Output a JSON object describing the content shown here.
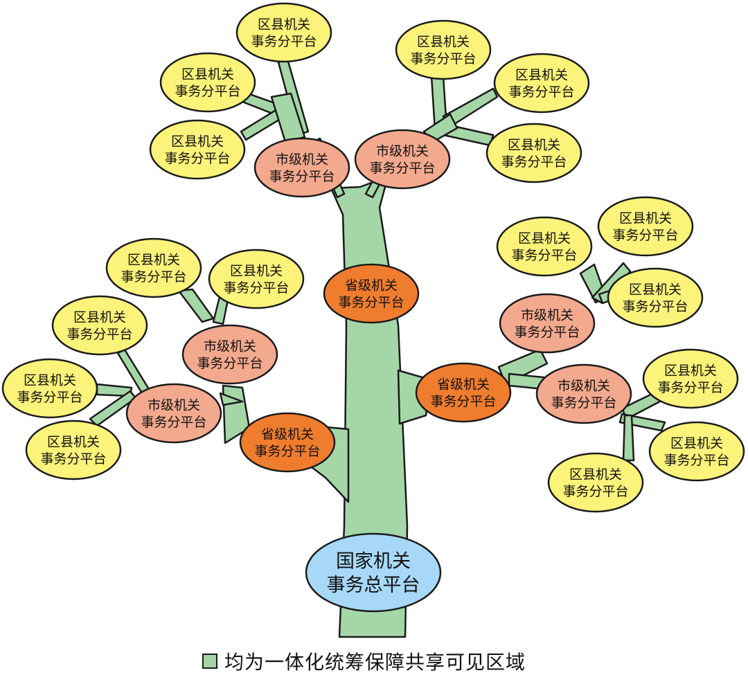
{
  "colors": {
    "branch": "#a5d6a7",
    "outline": "#1a1a1a",
    "national": "#a8d8f8",
    "provincial": "#f07d2e",
    "city": "#f3a98e",
    "district": "#fbf37a"
  },
  "nodes": {
    "national": {
      "line1": "国家机关",
      "line2": "事务总平台"
    },
    "provincial": {
      "line1": "省级机关",
      "line2": "事务分平台"
    },
    "city": {
      "line1": "市级机关",
      "line2": "事务分平台"
    },
    "district": {
      "line1": "区县机关",
      "line2": "事务分平台"
    }
  },
  "legend": {
    "label": "均为一体化统筹保障共享可见区域",
    "swatch_icon": "green-square-swatch"
  }
}
